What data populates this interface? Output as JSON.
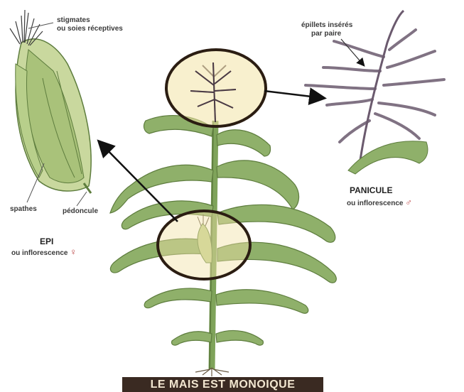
{
  "labels": {
    "stigmates": "stigmates",
    "soies": "ou soies réceptives",
    "epillets": "épillets insérés",
    "par_paire": "par paire",
    "spathes": "spathes",
    "pedoncule": "pédoncule",
    "panicule": "PANICULE",
    "ou_infl_m": "ou inflorescence",
    "male_symbol": "♂",
    "epi": "EPI",
    "ou_infl_f": "ou inflorescence",
    "female_symbol": "♀"
  },
  "banner": "LE MAIS EST MONOIQUE",
  "colors": {
    "leaf": "#8fb06a",
    "leaf_dark": "#5e7d3e",
    "stem": "#7fa35a",
    "highlight": "#f2e3a6",
    "circle_stroke": "#2b1d12",
    "tassel": "#6b5a6e",
    "banner_bg": "#3a2a22"
  }
}
